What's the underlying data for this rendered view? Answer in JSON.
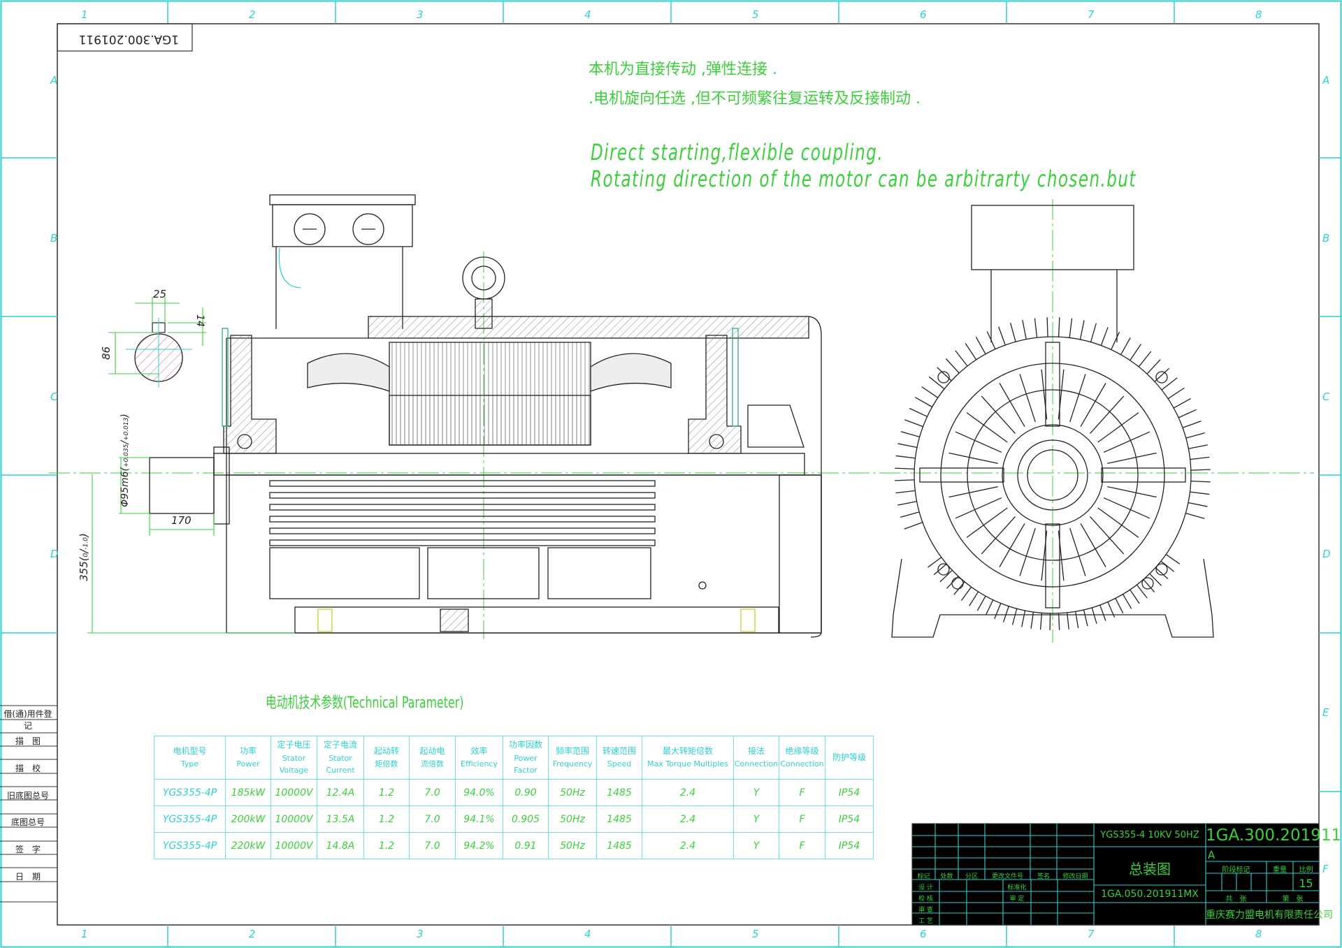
{
  "drawing_title_rotated": "1GA.300.201911",
  "grid": {
    "columns": [
      "1",
      "2",
      "3",
      "4",
      "5",
      "6",
      "7",
      "8"
    ],
    "rows": [
      "A",
      "B",
      "C",
      "D",
      "E",
      "F"
    ]
  },
  "notes": {
    "cn_line1": "本机为直接传动 ,弹性连接 .",
    "cn_line2": ".电机旋向任选 ,但不可频繁往复运转及反接制动 .",
    "en_line1": "Direct starting,flexible coupling.",
    "en_line2": "Rotating direction of the motor can be arbitrarty chosen.but"
  },
  "dimensions": {
    "key_width": "25",
    "key_depth": "14",
    "shaft_section": "86",
    "shaft_diameter": "Φ95m6",
    "shaft_tol_upper": "+0.035",
    "shaft_tol_lower": "+0.013",
    "shaft_length": "170",
    "center_height": "355",
    "center_tol_upper": "0",
    "center_tol_lower": "-1.0"
  },
  "tech_table": {
    "title": "电动机技术参数(Technical Parameter)",
    "headers": [
      {
        "cn": "电机型号",
        "en": "Type"
      },
      {
        "cn": "功率",
        "en": "Power"
      },
      {
        "cn": "定子电压",
        "en": "Stator Voltage"
      },
      {
        "cn": "定子电流",
        "en": "Stator Current"
      },
      {
        "cn": "起动转",
        "en": "矩倍数"
      },
      {
        "cn": "起动电",
        "en": "流倍数"
      },
      {
        "cn": "效率",
        "en": "Efficiency"
      },
      {
        "cn": "功率因数",
        "en": "Power Factor"
      },
      {
        "cn": "频率范围",
        "en": "Frequency"
      },
      {
        "cn": "转速范围",
        "en": "Speed"
      },
      {
        "cn": "最大转矩倍数",
        "en": "Max Torque Multiples"
      },
      {
        "cn": "接法",
        "en": "Connection"
      },
      {
        "cn": "绝缘等级",
        "en": "Connection"
      },
      {
        "cn": "防护等级",
        "en": ""
      }
    ],
    "rows": [
      [
        "YGS355-4P",
        "185kW",
        "10000V",
        "12.4A",
        "1.2",
        "7.0",
        "94.0%",
        "0.90",
        "50Hz",
        "1485",
        "2.4",
        "Y",
        "F",
        "IP54"
      ],
      [
        "YGS355-4P",
        "200kW",
        "10000V",
        "13.5A",
        "1.2",
        "7.0",
        "94.1%",
        "0.905",
        "50Hz",
        "1485",
        "2.4",
        "Y",
        "F",
        "IP54"
      ],
      [
        "YGS355-4P",
        "220kW",
        "10000V",
        "14.8A",
        "1.2",
        "7.0",
        "94.2%",
        "0.91",
        "50Hz",
        "1485",
        "2.4",
        "Y",
        "F",
        "IP54"
      ]
    ]
  },
  "left_strip": [
    "借(通)用件登记",
    "描　图",
    "描　校",
    "旧底图总号",
    "底图总号",
    "签　字",
    "日　期"
  ],
  "title_block": {
    "model": "YGS355-4  10KV  50HZ",
    "drawing_name": "总装图",
    "part_number": "1GA.050.201911MX",
    "drawing_number": "1GA.300.201911",
    "revision": "A",
    "stage_label": "阶段标记",
    "weight_label": "重量",
    "scale_label": "比例",
    "scale_value": "15",
    "sheets_total": "共　张",
    "sheet_no": "第　张",
    "company": "重庆赛力盟电机有限责任公司",
    "rev_headers": [
      "标记",
      "处数",
      "分区",
      "更改文件号",
      "签名",
      "修改日期"
    ],
    "sign_labels": [
      "设 计",
      "校 核",
      "审 查",
      "工 艺"
    ],
    "std_label": "标准化",
    "approve_label": "审 定"
  },
  "colors": {
    "line": "#2fcfcf",
    "text_green": "#3ccf3c",
    "outline": "#222222"
  }
}
